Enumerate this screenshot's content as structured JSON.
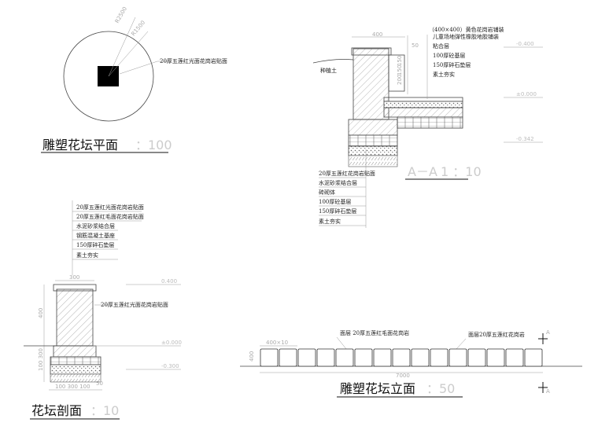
{
  "plan": {
    "title": "雕塑花坛平面",
    "scale": "：100",
    "label": "20厚五莲红光面花岗岩贴面",
    "dims": [
      "R2500",
      "R1500"
    ]
  },
  "sectionAA": {
    "title": "A－A",
    "scale": "1 ：10",
    "dim_top": "400",
    "dim_side": "50",
    "label_top": "（400×400）黄色花岗岩铺装",
    "layers_right": [
      "儿童场地弹性橡胶地胶铺装",
      "粘合层",
      "100厚砼基层",
      "150厚碎石垫层",
      "素土夯实"
    ],
    "planting_soil": "种植土",
    "layers_bottom": [
      "20厚五莲红花岗岩贴面",
      "水泥砂浆结合层",
      "砖砌体",
      "100厚砼基层",
      "150厚碎石垫层",
      "素土夯实"
    ],
    "levels": [
      "-0.400",
      "±0.000",
      "-0.342"
    ],
    "dims_vertical": [
      "200",
      "150",
      "150"
    ]
  },
  "section": {
    "title": "花坛剖面",
    "scale": "：10",
    "layers": [
      "20厚五莲红光面花岗岩贴面",
      "20厚五莲红毛面花岗岩贴面",
      "水泥砂浆结合层",
      "钢筋混凝土基座",
      "150厚碎石垫层",
      "素土夯实"
    ],
    "dim_top": "300",
    "label_side": "20厚五莲红光面花岗岩贴面",
    "dim_height": "400",
    "dim_foot": "100 300",
    "dim_bottom": "100 300 100",
    "dim_base": "50",
    "levels": [
      "0.400",
      "±0.000",
      "-0.300"
    ]
  },
  "elevation": {
    "title": "雕塑花坛立面",
    "scale": "：50",
    "label_1": "面层 20厚五莲红毛面花岗岩",
    "label_2": "面层20厚五莲红花岗岩",
    "dim_block": "400×10",
    "dim_height": "400",
    "dim_total": "7000",
    "marker": "A",
    "block_count": 15
  }
}
